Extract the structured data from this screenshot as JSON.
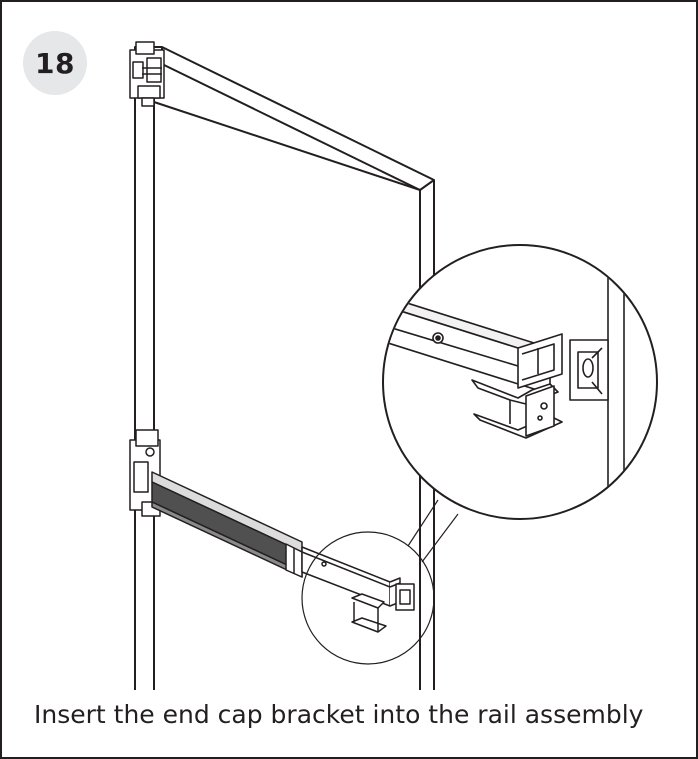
{
  "step": {
    "number": "18"
  },
  "instruction": {
    "text": "Insert the end cap bracket into the rail assembly"
  },
  "colors": {
    "line": "#231f20",
    "badge_fill": "#e6e7e8",
    "bar_dark": "#505050",
    "bar_mid": "#8a8a8a",
    "background": "#ffffff"
  },
  "illustration": {
    "subject": "door with exit device push bar and end cap bracket",
    "callout": "magnified view of rail end and end cap bracket"
  }
}
